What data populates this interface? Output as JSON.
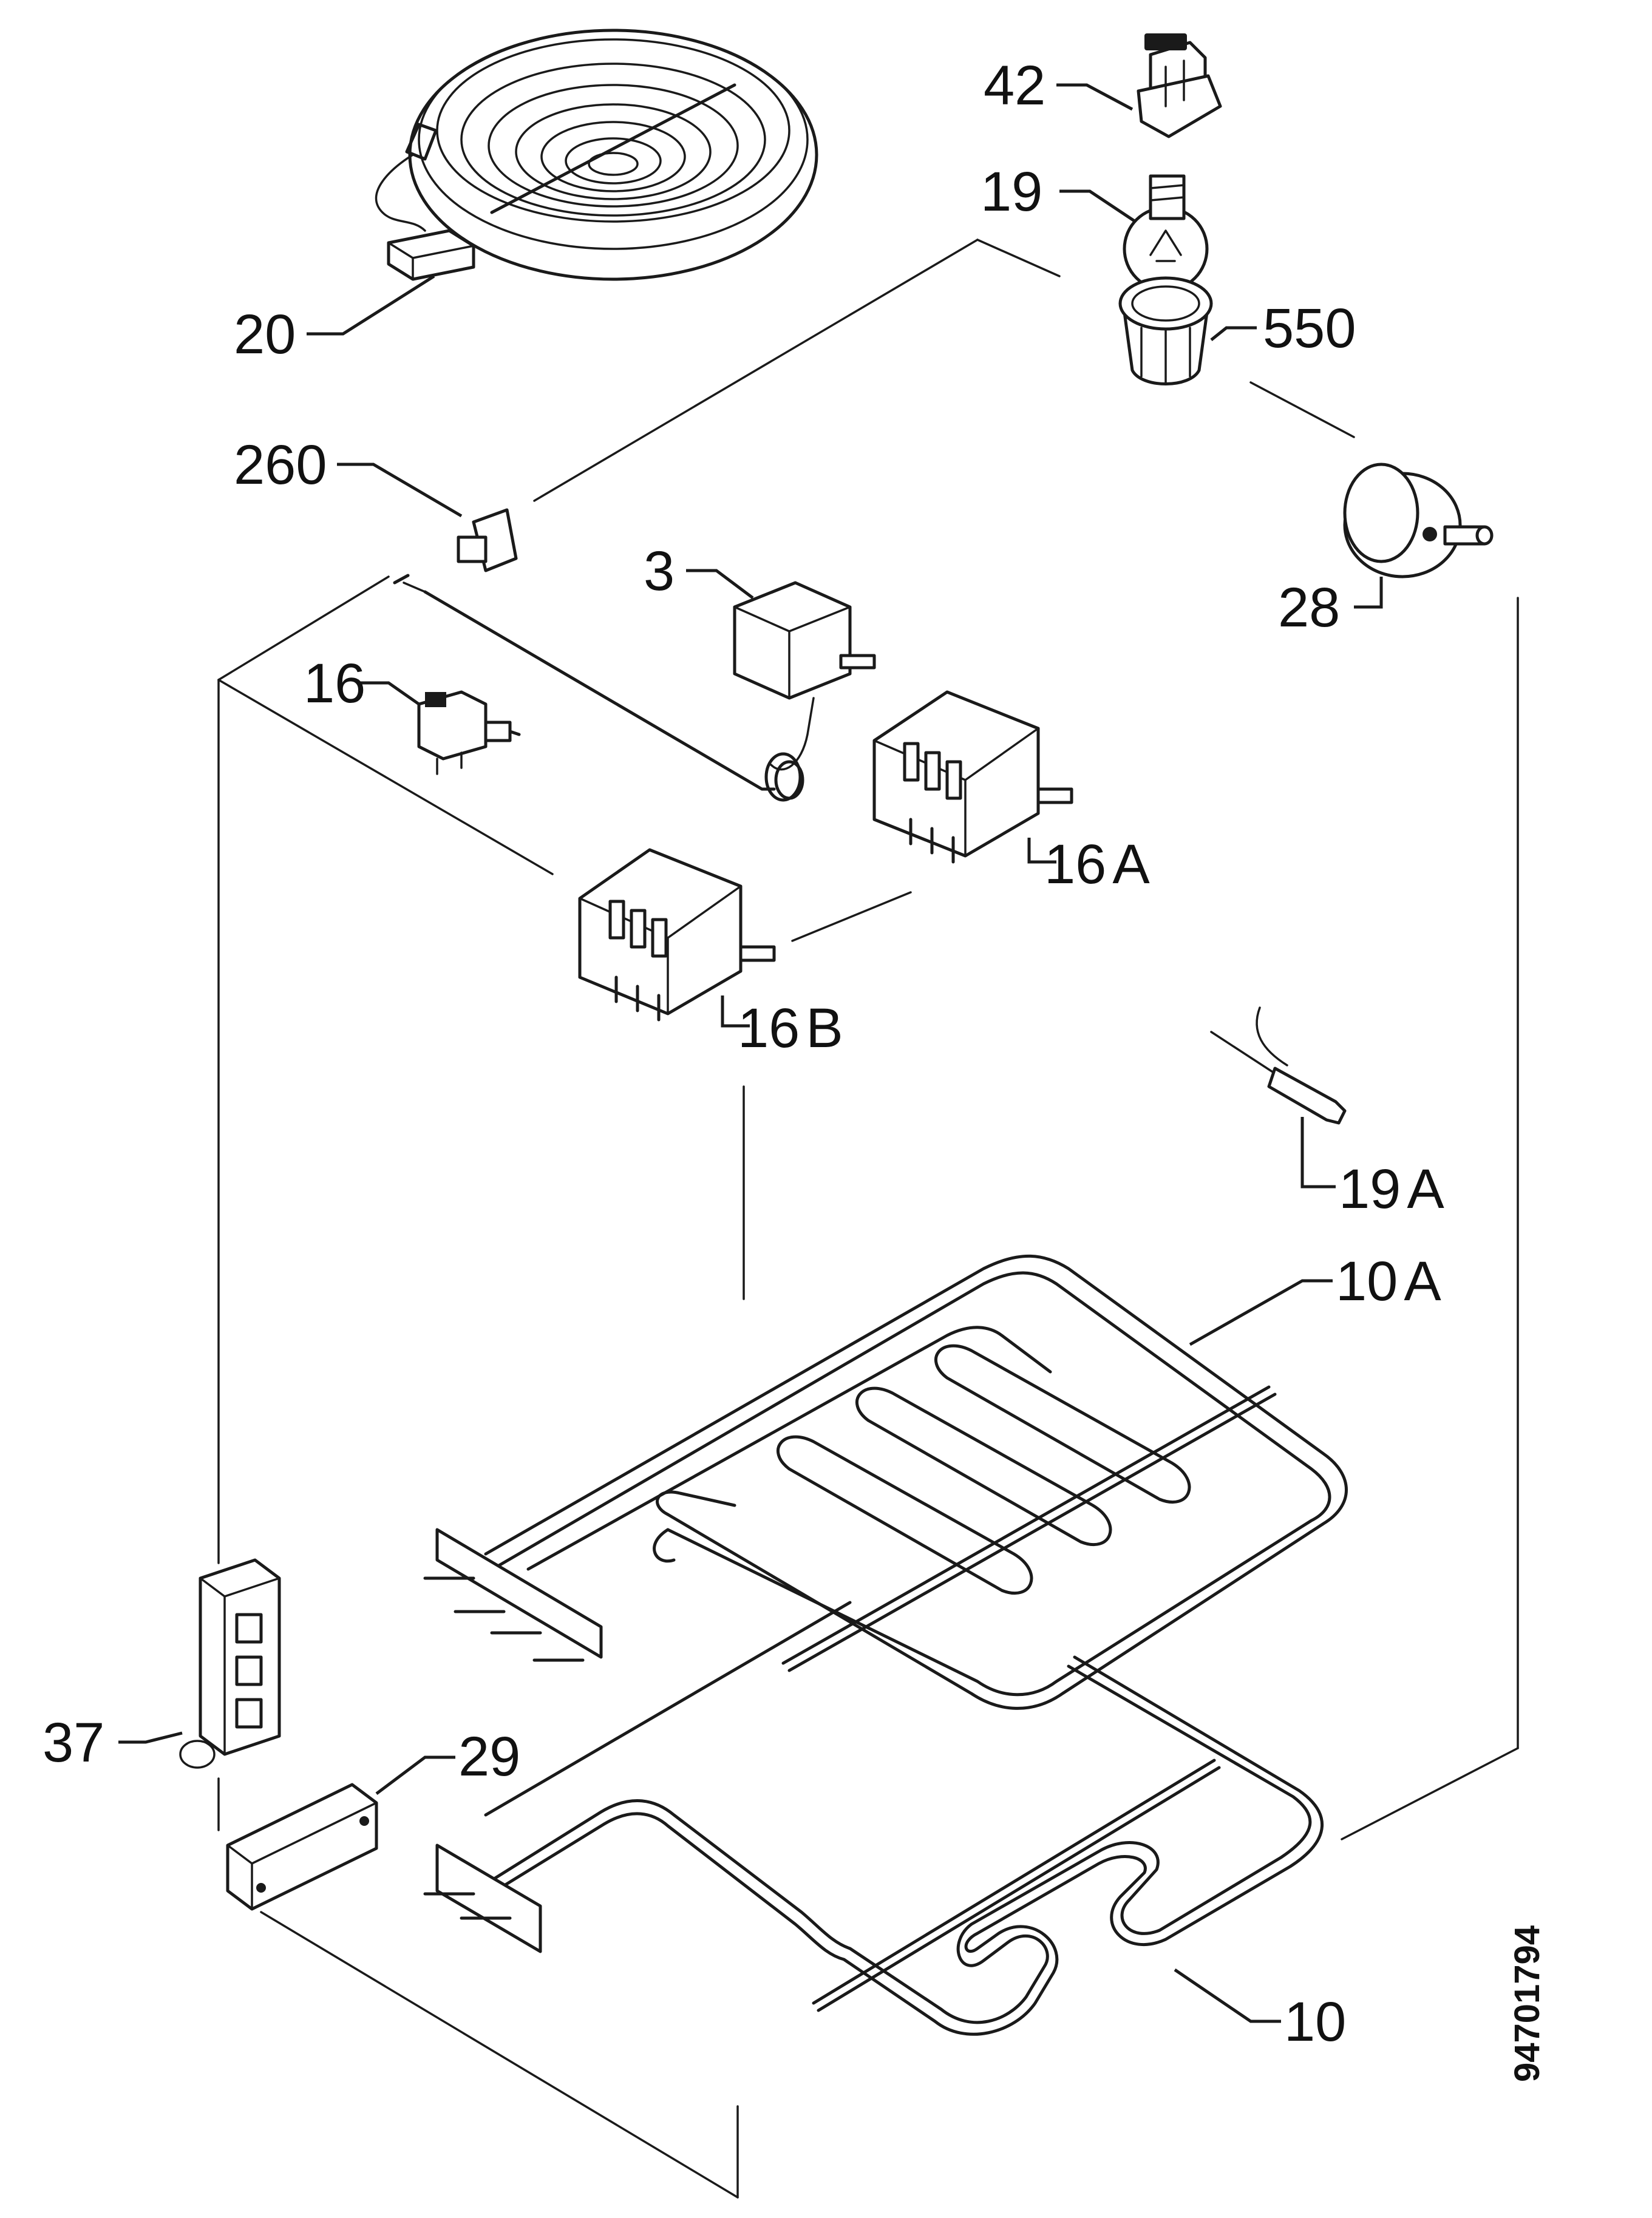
{
  "labels": {
    "p20": "20",
    "p42": "42",
    "p19": "19",
    "p550": "550",
    "p260": "260",
    "p3": "3",
    "p28": "28",
    "p16": "16",
    "p16a_num": "16",
    "p16a_suffix": "A",
    "p16b_num": "16",
    "p16b_suffix": "B",
    "p19a_num": "19",
    "p19a_suffix": "A",
    "p10a_num": "10",
    "p10a_suffix": "A",
    "p37": "37",
    "p29": "29",
    "p10": "10"
  },
  "document_number": "94701794"
}
